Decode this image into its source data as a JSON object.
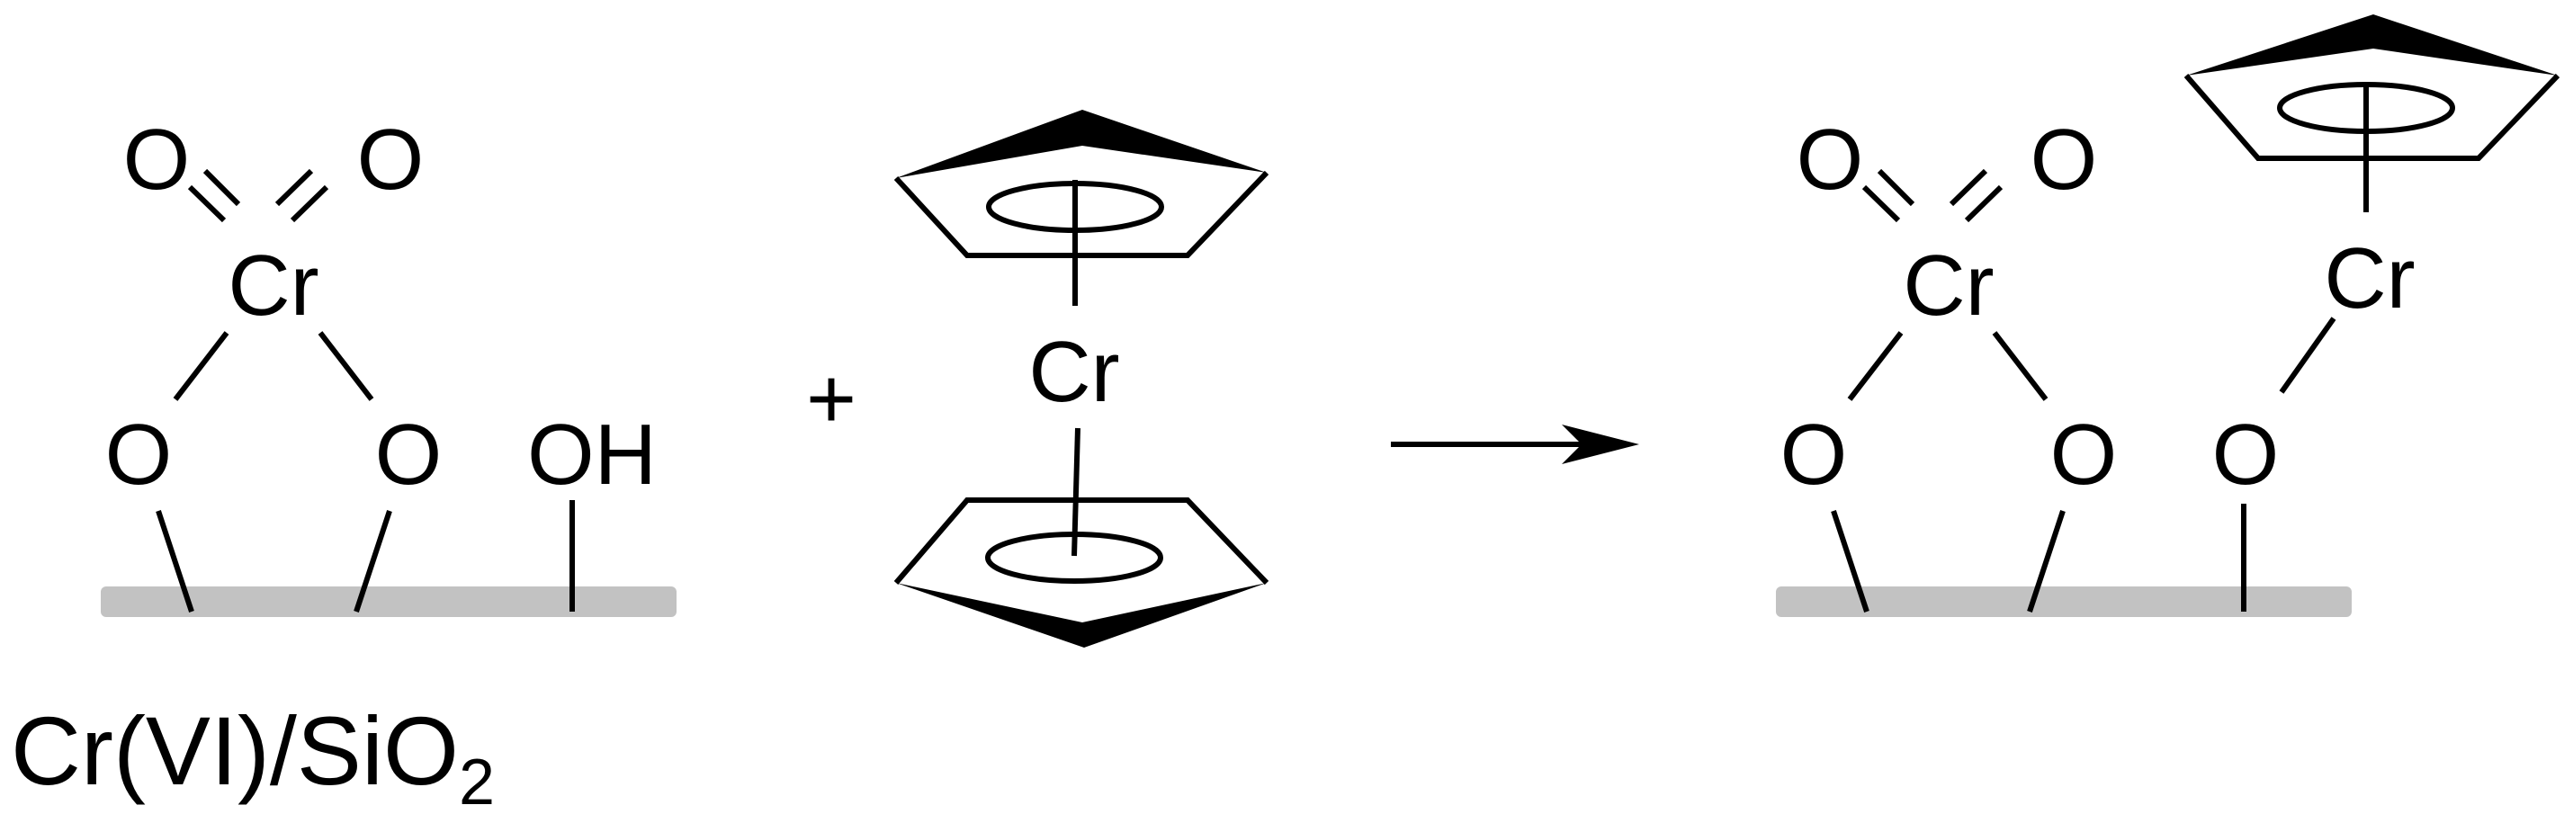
{
  "atoms": {
    "oxygen": "O",
    "chromium": "Cr",
    "hydroxyl": "OH"
  },
  "symbols": {
    "plus": "+"
  },
  "caption": {
    "main": "Cr(VI)/SiO",
    "subscript": "2"
  },
  "colors": {
    "ink": "#000000",
    "surface": "#c2c2c2",
    "background": "#ffffff"
  }
}
